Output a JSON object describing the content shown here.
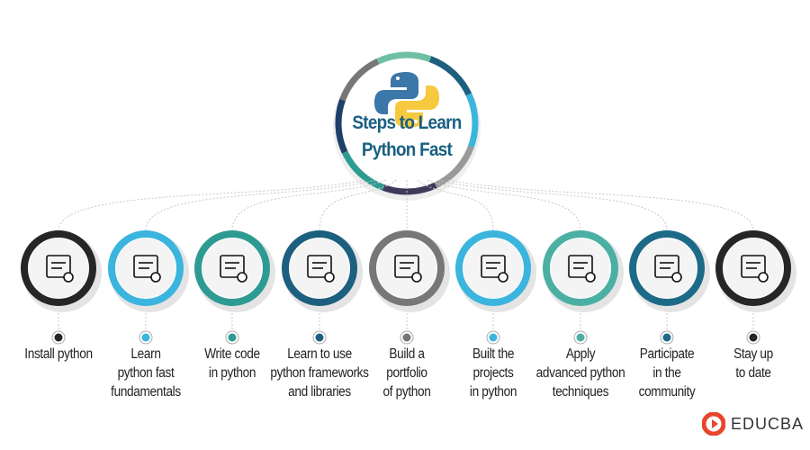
{
  "title": {
    "line1": "Steps to Learn",
    "line2": "Python Fast",
    "icon": "python-logo-icon"
  },
  "steps": [
    {
      "lines": [
        "Install python"
      ],
      "color": "#262626",
      "icon": "monitor-gears-icon"
    },
    {
      "lines": [
        "Learn",
        "python fast",
        "fundamentals"
      ],
      "color": "#3bb5dd",
      "icon": "document-graduation-cap-icon"
    },
    {
      "lines": [
        "Write code",
        "in python"
      ],
      "color": "#2e9b92",
      "icon": "code-file-pen-icon"
    },
    {
      "lines": [
        "Learn to use",
        "python frameworks",
        "and libraries"
      ],
      "color": "#1d5f7e",
      "icon": "code-book-icon"
    },
    {
      "lines": [
        "Build a",
        "portfolio",
        "of python"
      ],
      "color": "#777777",
      "icon": "portfolio-briefcase-icon"
    },
    {
      "lines": [
        "Built the",
        "projects",
        "in python"
      ],
      "color": "#3bb5dd",
      "icon": "py-file-icon"
    },
    {
      "lines": [
        "Apply",
        "advanced python",
        "techniques"
      ],
      "color": "#4bb0a3",
      "icon": "browser-code-gear-icon"
    },
    {
      "lines": [
        "Participate",
        "in the",
        "community"
      ],
      "color": "#1d6a88",
      "icon": "community-cycle-icon"
    },
    {
      "lines": [
        "Stay up",
        "to date"
      ],
      "color": "#262626",
      "icon": "calendar-check-icon"
    }
  ],
  "brand": {
    "name": "EDUCBA",
    "color": "#e8452c"
  }
}
